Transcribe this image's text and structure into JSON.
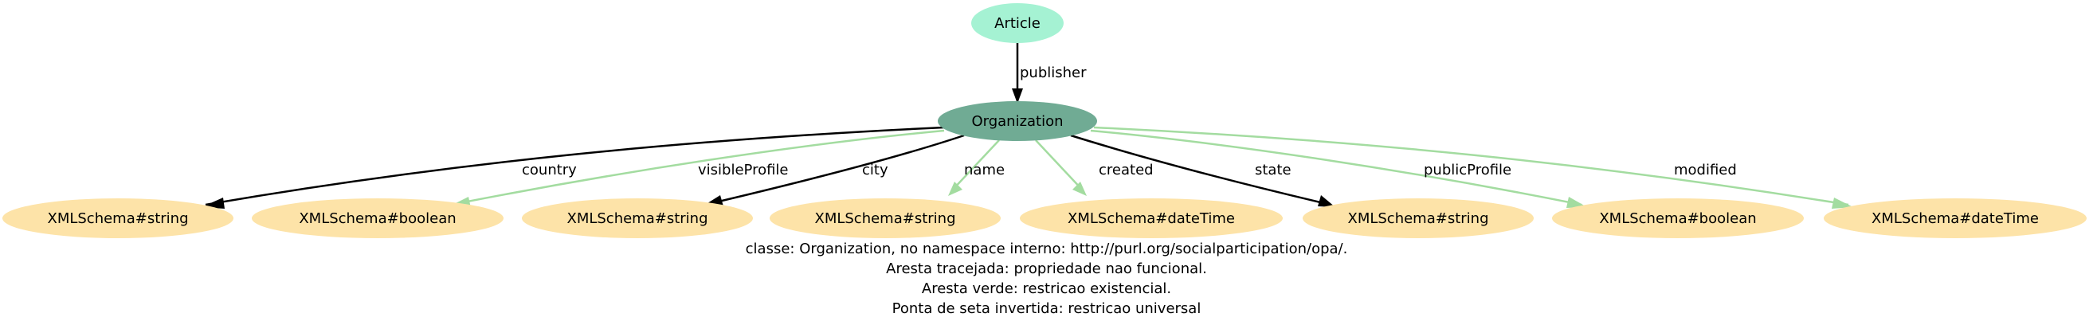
{
  "colors": {
    "article_fill": "#a5f2d3",
    "organization_fill": "#70ab94",
    "literal_fill": "#fde3a8",
    "edge_black": "#000000",
    "edge_green": "#a3dca0"
  },
  "nodes": {
    "article": "Article",
    "organization": "Organization",
    "literals": [
      "XMLSchema#string",
      "XMLSchema#boolean",
      "XMLSchema#string",
      "XMLSchema#string",
      "XMLSchema#dateTime",
      "XMLSchema#string",
      "XMLSchema#boolean",
      "XMLSchema#dateTime"
    ]
  },
  "edges": [
    {
      "label": "publisher",
      "from": "article",
      "to": "organization",
      "style": "black"
    },
    {
      "label": "country",
      "to_literal": 0,
      "style": "black"
    },
    {
      "label": "visibleProfile",
      "to_literal": 1,
      "style": "green"
    },
    {
      "label": "city",
      "to_literal": 2,
      "style": "black"
    },
    {
      "label": "name",
      "to_literal": 3,
      "style": "green"
    },
    {
      "label": "created",
      "to_literal": 4,
      "style": "green"
    },
    {
      "label": "state",
      "to_literal": 5,
      "style": "black"
    },
    {
      "label": "publicProfile",
      "to_literal": 6,
      "style": "green"
    },
    {
      "label": "modified",
      "to_literal": 7,
      "style": "green"
    }
  ],
  "caption": [
    "classe: Organization, no namespace interno: http://purl.org/socialparticipation/opa/.",
    "Aresta tracejada: propriedade nao funcional.",
    "Aresta verde: restricao existencial.",
    "Ponta de seta invertida: restricao universal"
  ]
}
